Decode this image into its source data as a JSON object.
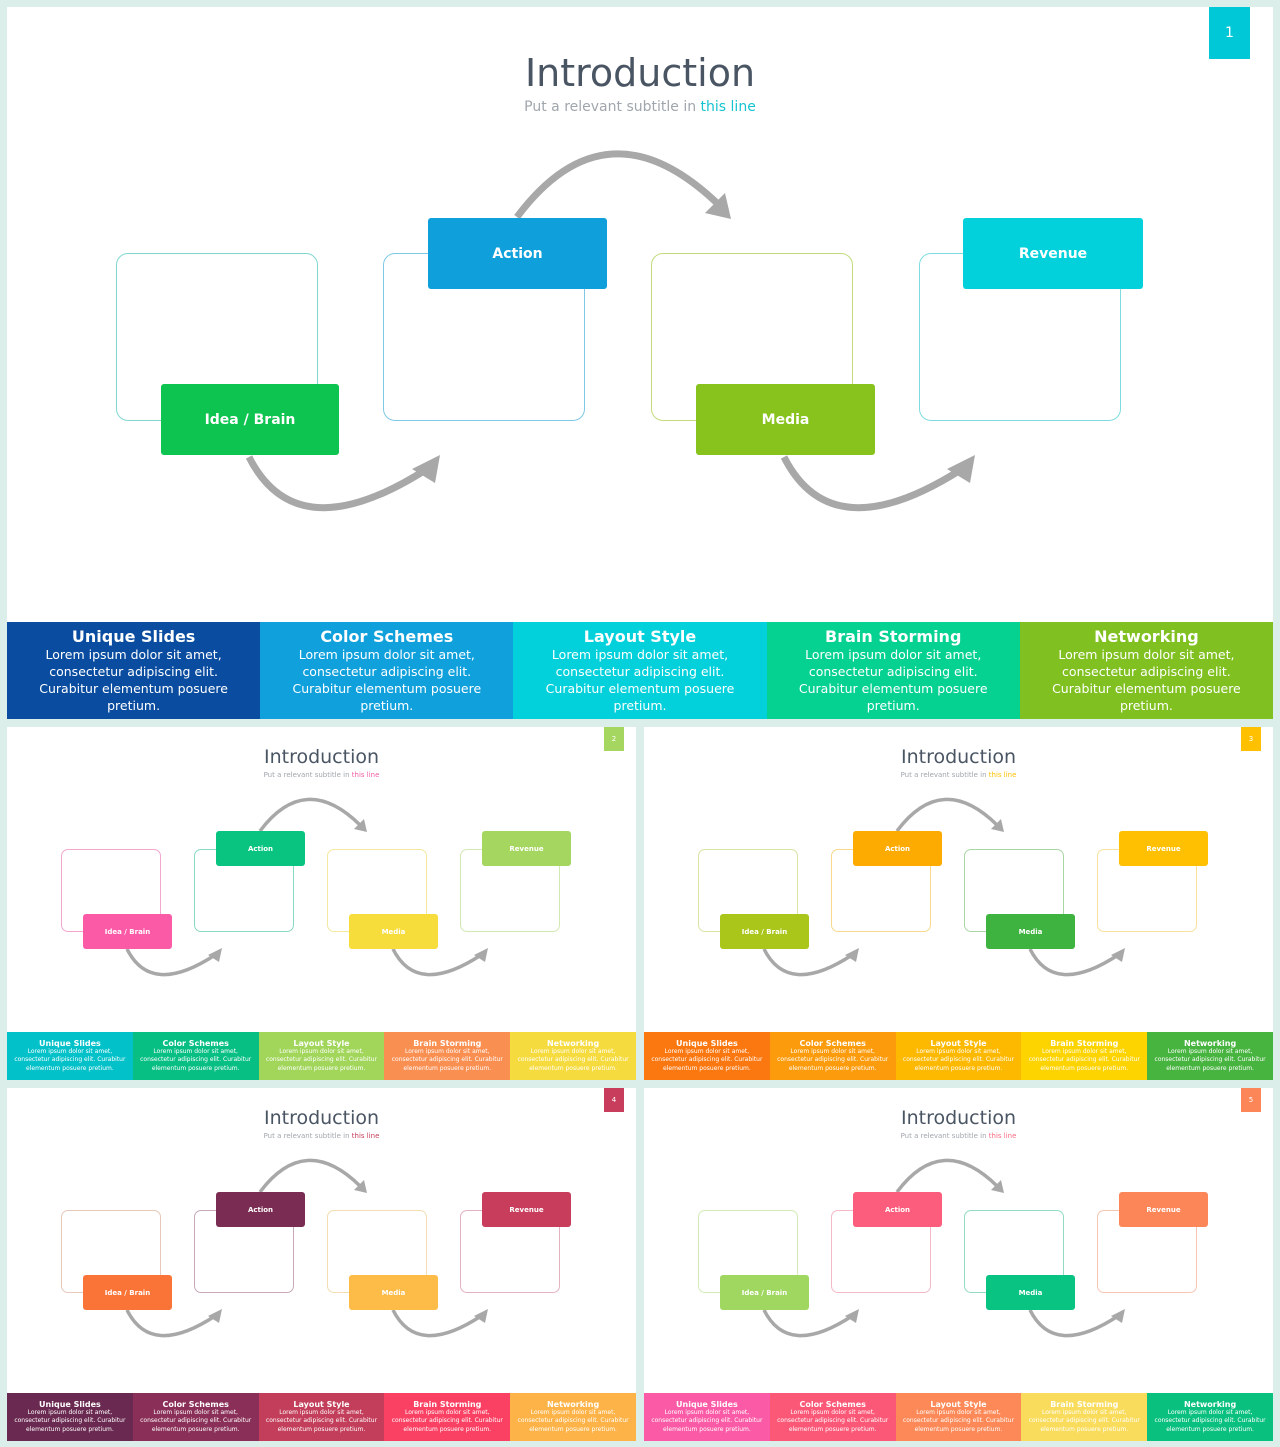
{
  "slides": [
    {
      "title": "Introduction",
      "subtitle_main": "Put a relevant subtitle in ",
      "subtitle_link": "this line",
      "page": "1",
      "accent": "#00c8d7",
      "boxes": [
        {
          "label": "Idea / Brain",
          "color": "#0cc44f",
          "outline": "#7fd7d0"
        },
        {
          "label": "Action",
          "color": "#0fa0dc",
          "outline": "#7fc9e6"
        },
        {
          "label": "Media",
          "color": "#87c31c",
          "outline": "#c1db7c"
        },
        {
          "label": "Revenue",
          "color": "#02d1dc",
          "outline": "#7fdbe0"
        }
      ],
      "footer": [
        {
          "heading": "Unique Slides",
          "text": "Lorem ipsum dolor sit amet, consectetur adipiscing elit. Curabitur elementum posuere pretium.",
          "color": "#0a4da0"
        },
        {
          "heading": "Color Schemes",
          "text": "Lorem ipsum dolor sit amet, consectetur adipiscing elit. Curabitur elementum posuere pretium.",
          "color": "#10a0dc"
        },
        {
          "heading": "Layout Style",
          "text": "Lorem ipsum dolor sit amet, consectetur adipiscing elit. Curabitur elementum posuere pretium.",
          "color": "#02d1dc"
        },
        {
          "heading": "Brain Storming",
          "text": "Lorem ipsum dolor sit amet, consectetur adipiscing elit. Curabitur elementum posuere pretium.",
          "color": "#05d191"
        },
        {
          "heading": "Networking",
          "text": "Lorem ipsum dolor sit amet, consectetur adipiscing elit. Curabitur elementum posuere pretium.",
          "color": "#80c121"
        }
      ]
    },
    {
      "title": "Introduction",
      "subtitle_main": "Put a relevant subtitle in ",
      "subtitle_link": "this line",
      "page": "2",
      "accent": "#a5d65f",
      "link_color": "#f15fa6",
      "boxes": [
        {
          "label": "Idea / Brain",
          "color": "#fb5aa6",
          "outline": "#f3a7cf"
        },
        {
          "label": "Action",
          "color": "#08c480",
          "outline": "#8ad9c2"
        },
        {
          "label": "Media",
          "color": "#f7dd3c",
          "outline": "#f4e8a0"
        },
        {
          "label": "Revenue",
          "color": "#a5d65f",
          "outline": "#d3e9b2"
        }
      ],
      "footer": [
        {
          "heading": "Unique Slides",
          "text": "Lorem ipsum dolor sit amet, consectetur adipiscing elit. Curabitur elementum posuere pretium.",
          "color": "#02c1c9"
        },
        {
          "heading": "Color Schemes",
          "text": "Lorem ipsum dolor sit amet, consectetur adipiscing elit. Curabitur elementum posuere pretium.",
          "color": "#08bf83"
        },
        {
          "heading": "Layout Style",
          "text": "Lorem ipsum dolor sit amet, consectetur adipiscing elit. Curabitur elementum posuere pretium.",
          "color": "#a1d65b"
        },
        {
          "heading": "Brain Storming",
          "text": "Lorem ipsum dolor sit amet, consectetur adipiscing elit. Curabitur elementum posuere pretium.",
          "color": "#fa8f52"
        },
        {
          "heading": "Networking",
          "text": "Lorem ipsum dolor sit amet, consectetur adipiscing elit. Curabitur elementum posuere pretium.",
          "color": "#f6db3e"
        }
      ]
    },
    {
      "title": "Introduction",
      "subtitle_main": "Put a relevant subtitle in ",
      "subtitle_link": "this line",
      "page": "3",
      "accent": "#fec000",
      "link_color": "#fec000",
      "boxes": [
        {
          "label": "Idea / Brain",
          "color": "#aac61a",
          "outline": "#d7e5a3"
        },
        {
          "label": "Action",
          "color": "#fdab00",
          "outline": "#f8d98d"
        },
        {
          "label": "Media",
          "color": "#3eb33f",
          "outline": "#a8d7a5"
        },
        {
          "label": "Revenue",
          "color": "#fec000",
          "outline": "#f7e19f"
        }
      ],
      "footer": [
        {
          "heading": "Unique Slides",
          "text": "Lorem ipsum dolor sit amet, consectetur adipiscing elit. Curabitur elementum posuere pretium.",
          "color": "#fb7710"
        },
        {
          "heading": "Color Schemes",
          "text": "Lorem ipsum dolor sit amet, consectetur adipiscing elit. Curabitur elementum posuere pretium.",
          "color": "#fc9b0c"
        },
        {
          "heading": "Layout Style",
          "text": "Lorem ipsum dolor sit amet, consectetur adipiscing elit. Curabitur elementum posuere pretium.",
          "color": "#fdb800"
        },
        {
          "heading": "Brain Storming",
          "text": "Lorem ipsum dolor sit amet, consectetur adipiscing elit. Curabitur elementum posuere pretium.",
          "color": "#fdd300"
        },
        {
          "heading": "Networking",
          "text": "Lorem ipsum dolor sit amet, consectetur adipiscing elit. Curabitur elementum posuere pretium.",
          "color": "#47b43f"
        }
      ]
    },
    {
      "title": "Introduction",
      "subtitle_main": "Put a relevant subtitle in ",
      "subtitle_link": "this line",
      "page": "4",
      "accent": "#c73d5b",
      "link_color": "#c73d5b",
      "boxes": [
        {
          "label": "Idea / Brain",
          "color": "#fb7437",
          "outline": "#e7c9bb"
        },
        {
          "label": "Action",
          "color": "#7b2c52",
          "outline": "#c7a9b8"
        },
        {
          "label": "Media",
          "color": "#fdbb47",
          "outline": "#f3ddb2"
        },
        {
          "label": "Revenue",
          "color": "#c73d5b",
          "outline": "#e3b2bf"
        }
      ],
      "footer": [
        {
          "heading": "Unique Slides",
          "text": "Lorem ipsum dolor sit amet, consectetur adipiscing elit. Curabitur elementum posuere pretium.",
          "color": "#6a2950"
        },
        {
          "heading": "Color Schemes",
          "text": "Lorem ipsum dolor sit amet, consectetur adipiscing elit. Curabitur elementum posuere pretium.",
          "color": "#8a2f58"
        },
        {
          "heading": "Layout Style",
          "text": "Lorem ipsum dolor sit amet, consectetur adipiscing elit. Curabitur elementum posuere pretium.",
          "color": "#c23e5a"
        },
        {
          "heading": "Brain Storming",
          "text": "Lorem ipsum dolor sit amet, consectetur adipiscing elit. Curabitur elementum posuere pretium.",
          "color": "#fa4163"
        },
        {
          "heading": "Networking",
          "text": "Lorem ipsum dolor sit amet, consectetur adipiscing elit. Curabitur elementum posuere pretium.",
          "color": "#fdb347"
        }
      ]
    },
    {
      "title": "Introduction",
      "subtitle_main": "Put a relevant subtitle in ",
      "subtitle_link": "this line",
      "page": "5",
      "accent": "#fd8659",
      "link_color": "#fd6b82",
      "boxes": [
        {
          "label": "Idea / Brain",
          "color": "#9fd760",
          "outline": "#d4ebb7"
        },
        {
          "label": "Action",
          "color": "#fc5d7c",
          "outline": "#f3b9c6"
        },
        {
          "label": "Media",
          "color": "#08c382",
          "outline": "#93dcc3"
        },
        {
          "label": "Revenue",
          "color": "#fd8659",
          "outline": "#f6c6b2"
        }
      ],
      "footer": [
        {
          "heading": "Unique Slides",
          "text": "Lorem ipsum dolor sit amet, consectetur adipiscing elit. Curabitur elementum posuere pretium.",
          "color": "#fb5ba6"
        },
        {
          "heading": "Color Schemes",
          "text": "Lorem ipsum dolor sit amet, consectetur adipiscing elit. Curabitur elementum posuere pretium.",
          "color": "#fb5877"
        },
        {
          "heading": "Layout Style",
          "text": "Lorem ipsum dolor sit amet, consectetur adipiscing elit. Curabitur elementum posuere pretium.",
          "color": "#fc8957"
        },
        {
          "heading": "Brain Storming",
          "text": "Lorem ipsum dolor sit amet, consectetur adipiscing elit. Curabitur elementum posuere pretium.",
          "color": "#f9dc5c"
        },
        {
          "heading": "Networking",
          "text": "Lorem ipsum dolor sit amet, consectetur adipiscing elit. Curabitur elementum posuere pretium.",
          "color": "#09c07e"
        }
      ]
    }
  ]
}
